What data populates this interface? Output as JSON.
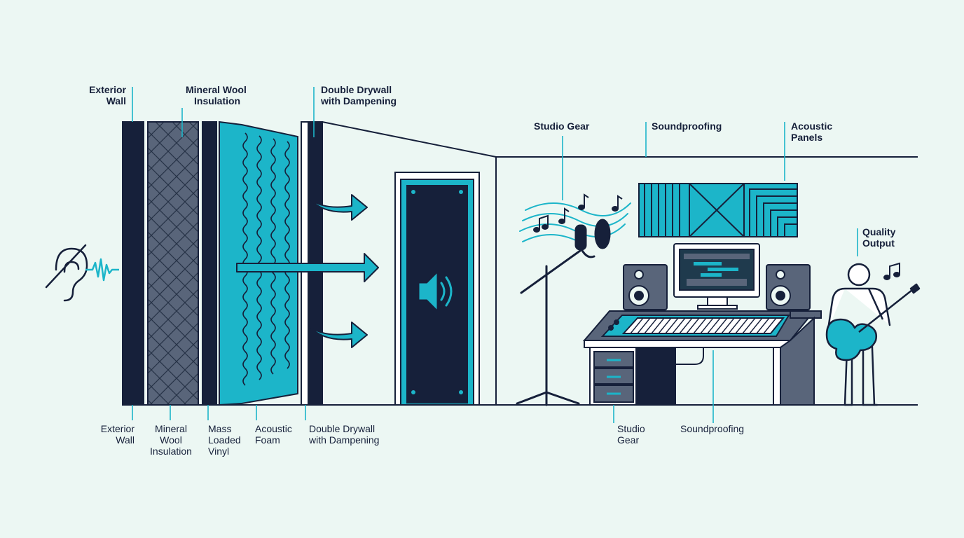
{
  "top_labels": {
    "exterior_wall": [
      "Exterior",
      "Wall"
    ],
    "mineral_wool": [
      "Mineral Wool",
      "Insulation"
    ],
    "double_drywall": [
      "Double Drywall",
      "with Dampening"
    ],
    "studio_gear": [
      "Studio Gear"
    ],
    "soundproofing": [
      "Soundproofing"
    ],
    "acoustic_panels": [
      "Acoustic",
      "Panels"
    ],
    "quality_output": [
      "Quality",
      "Output"
    ]
  },
  "bottom_labels": {
    "exterior_wall": [
      "Exterior",
      "Wall"
    ],
    "mineral_wool": [
      "Mineral",
      "Wool",
      "Insulation"
    ],
    "mass_loaded_vinyl": [
      "Mass",
      "Loaded",
      "Vinyl"
    ],
    "acoustic_foam": [
      "Acoustic",
      "Foam"
    ],
    "double_drywall": [
      "Double Drywall",
      "with Dampening"
    ],
    "studio_gear": [
      "Studio",
      "Gear"
    ],
    "soundproofing": [
      "Soundproofing"
    ]
  },
  "icons": [
    "no-hearing-icon",
    "sound-wave-icon",
    "arrow-right-icon",
    "speaker-volume-icon",
    "music-note-icon",
    "microphone-icon",
    "studio-monitor-icon",
    "keyboard-icon",
    "computer-monitor-icon",
    "guitarist-icon"
  ],
  "colors": {
    "background": "#ecf7f3",
    "navy": "#16203a",
    "teal": "#1cb5c9",
    "slate": "#59657a",
    "line": "#1f3a4d"
  }
}
